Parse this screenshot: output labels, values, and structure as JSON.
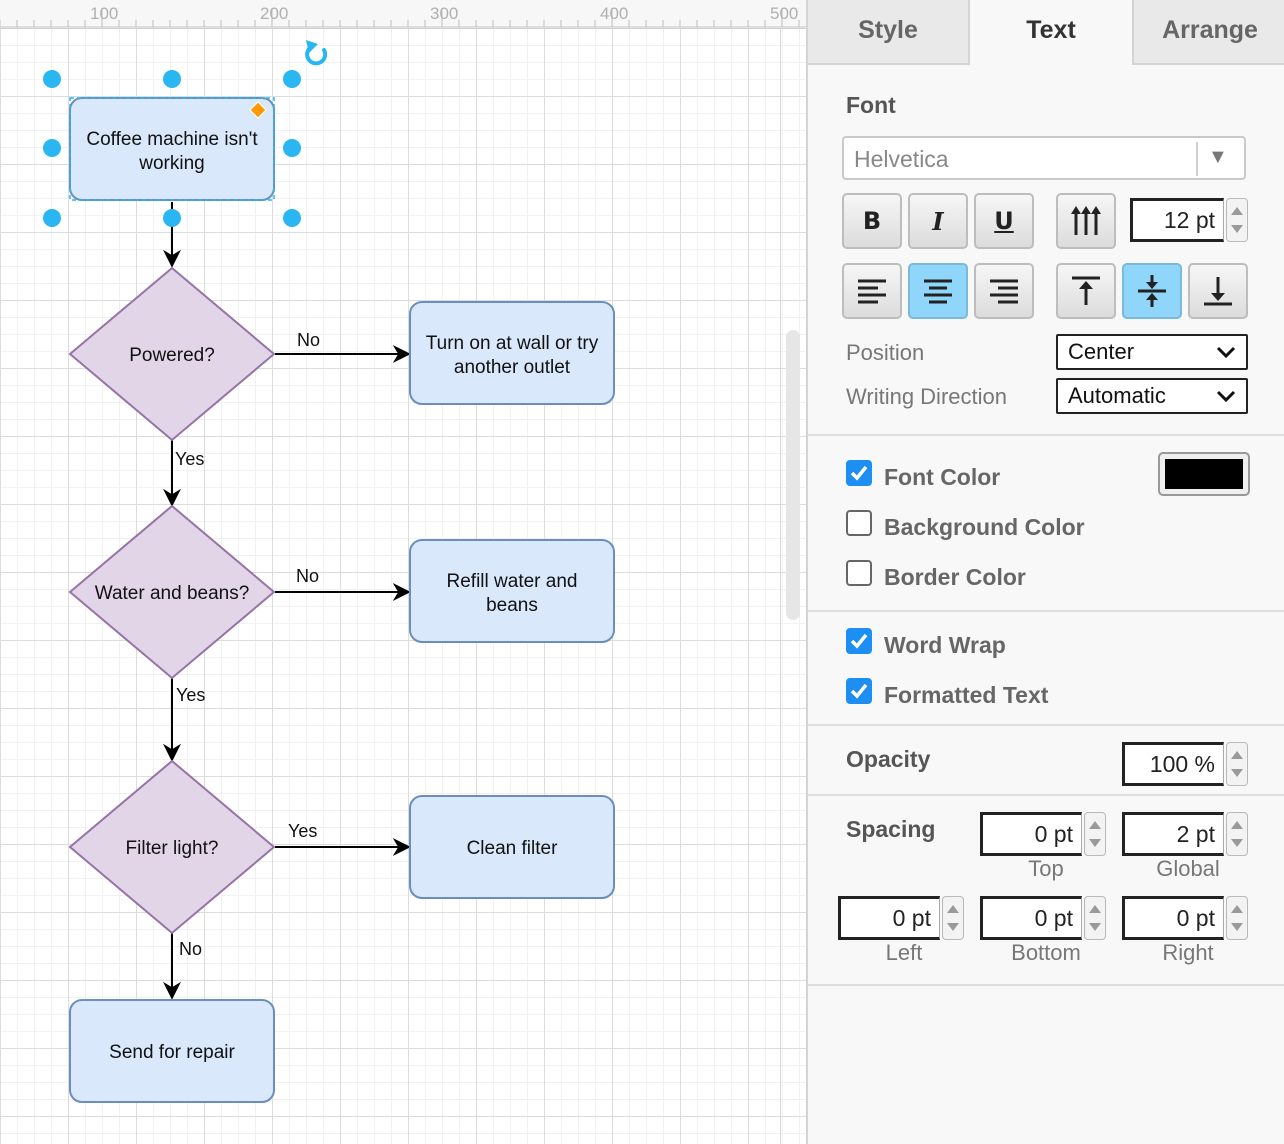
{
  "ruler": {
    "labels": [
      "100",
      "200",
      "300",
      "400",
      "500"
    ]
  },
  "diagram": {
    "nodes": {
      "start": {
        "line1": "Coffee machine isn't",
        "line2": "working"
      },
      "powered": {
        "label": "Powered?"
      },
      "turn_on": {
        "line1": "Turn on at wall or try",
        "line2": "another outlet"
      },
      "water": {
        "label": "Water and beans?"
      },
      "refill": {
        "line1": "Refill water and",
        "line2": "beans"
      },
      "filter": {
        "label": "Filter light?"
      },
      "clean": {
        "label": "Clean filter"
      },
      "repair": {
        "label": "Send for repair"
      }
    },
    "edges": {
      "powered_no": "No",
      "powered_yes": "Yes",
      "water_no": "No",
      "water_yes": "Yes",
      "filter_yes": "Yes",
      "filter_no": "No"
    },
    "colors": {
      "process_fill": "#dae8fc",
      "process_stroke": "#6c8ebf",
      "decision_fill": "#e1d5e7",
      "decision_stroke": "#9673a6",
      "selection_handle": "#29b6f2",
      "selection_accent": "#ff9900"
    }
  },
  "panel": {
    "tabs": {
      "style": "Style",
      "text": "Text",
      "arrange": "Arrange",
      "active": "Text"
    },
    "font": {
      "title": "Font",
      "family": "Helvetica",
      "size": "12 pt",
      "bold_glyph": "B",
      "italic_glyph": "I",
      "underline_glyph": "U"
    },
    "position": {
      "label": "Position",
      "value": "Center"
    },
    "writing_direction": {
      "label": "Writing Direction",
      "value": "Automatic"
    },
    "checks": {
      "font_color": {
        "label": "Font Color",
        "checked": true
      },
      "background_color": {
        "label": "Background Color",
        "checked": false
      },
      "border_color": {
        "label": "Border Color",
        "checked": false
      },
      "word_wrap": {
        "label": "Word Wrap",
        "checked": true
      },
      "formatted_text": {
        "label": "Formatted Text",
        "checked": true
      }
    },
    "font_color_value": "#000000",
    "opacity": {
      "label": "Opacity",
      "value": "100 %"
    },
    "spacing": {
      "title": "Spacing",
      "top": {
        "value": "0 pt",
        "caption": "Top"
      },
      "global": {
        "value": "2 pt",
        "caption": "Global"
      },
      "left": {
        "value": "0 pt",
        "caption": "Left"
      },
      "bottom": {
        "value": "0 pt",
        "caption": "Bottom"
      },
      "right": {
        "value": "0 pt",
        "caption": "Right"
      }
    }
  }
}
